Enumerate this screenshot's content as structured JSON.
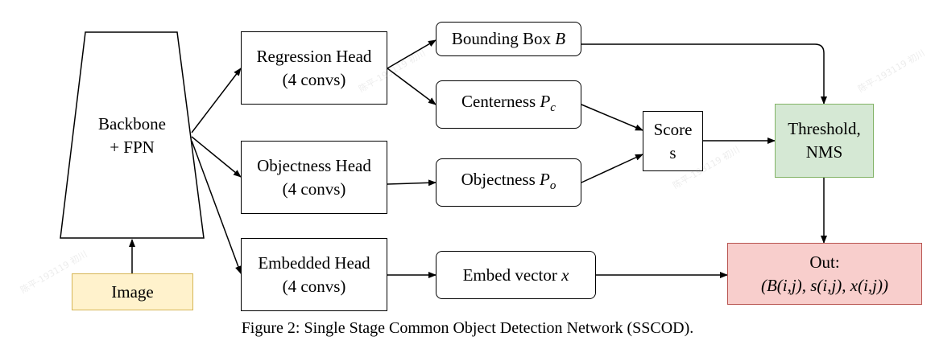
{
  "nodes": {
    "backbone": {
      "line1": "Backbone",
      "line2": "+ FPN"
    },
    "image": {
      "label": "Image",
      "fill": "#fff2cc",
      "stroke": "#d6b656"
    },
    "regression_head": {
      "line1": "Regression Head",
      "line2": "(4 convs)"
    },
    "objectness_head": {
      "line1": "Objectness Head",
      "line2": "(4 convs)"
    },
    "embedded_head": {
      "line1": "Embedded Head",
      "line2": "(4 convs)"
    },
    "bounding_box": {
      "label": "Bounding Box ",
      "var": "B"
    },
    "centerness": {
      "label": "Centerness ",
      "var": "P",
      "sub": "c"
    },
    "objectness": {
      "label": "Objectness ",
      "var": "P",
      "sub": "o"
    },
    "embed_vector": {
      "label": "Embed vector ",
      "var": "x"
    },
    "score": {
      "line1": "Score",
      "line2": "s"
    },
    "threshold": {
      "line1": "Threshold,",
      "line2": "NMS",
      "fill": "#d5e8d4",
      "stroke": "#82b366"
    },
    "out": {
      "line1": "Out:",
      "line2": "(B(i,j), s(i,j), x(i,j))",
      "fill": "#f8cecc",
      "stroke": "#b85450"
    }
  },
  "caption": "Figure 2: Single Stage Common Object Detection Network (SSCOD).",
  "watermark": "陈平-193119 初川"
}
